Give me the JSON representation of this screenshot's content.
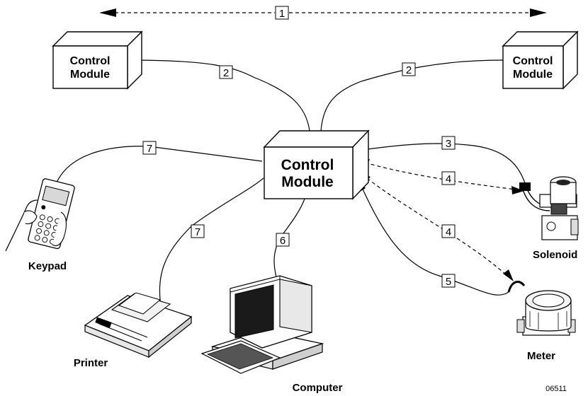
{
  "modules": {
    "left": [
      "Control",
      "Module"
    ],
    "right": [
      "Control",
      "Module"
    ],
    "center": [
      "Control",
      "Module"
    ]
  },
  "callouts": {
    "n1": "1",
    "n2a": "2",
    "n2b": "2",
    "n3": "3",
    "n4a": "4",
    "n4b": "4",
    "n5": "5",
    "n6": "6",
    "n7a": "7",
    "n7b": "7"
  },
  "labels": {
    "keypad": "Keypad",
    "printer": "Printer",
    "computer": "Computer",
    "solenoid": "Solenoid",
    "meter": "Meter"
  },
  "figure_number": "06511"
}
